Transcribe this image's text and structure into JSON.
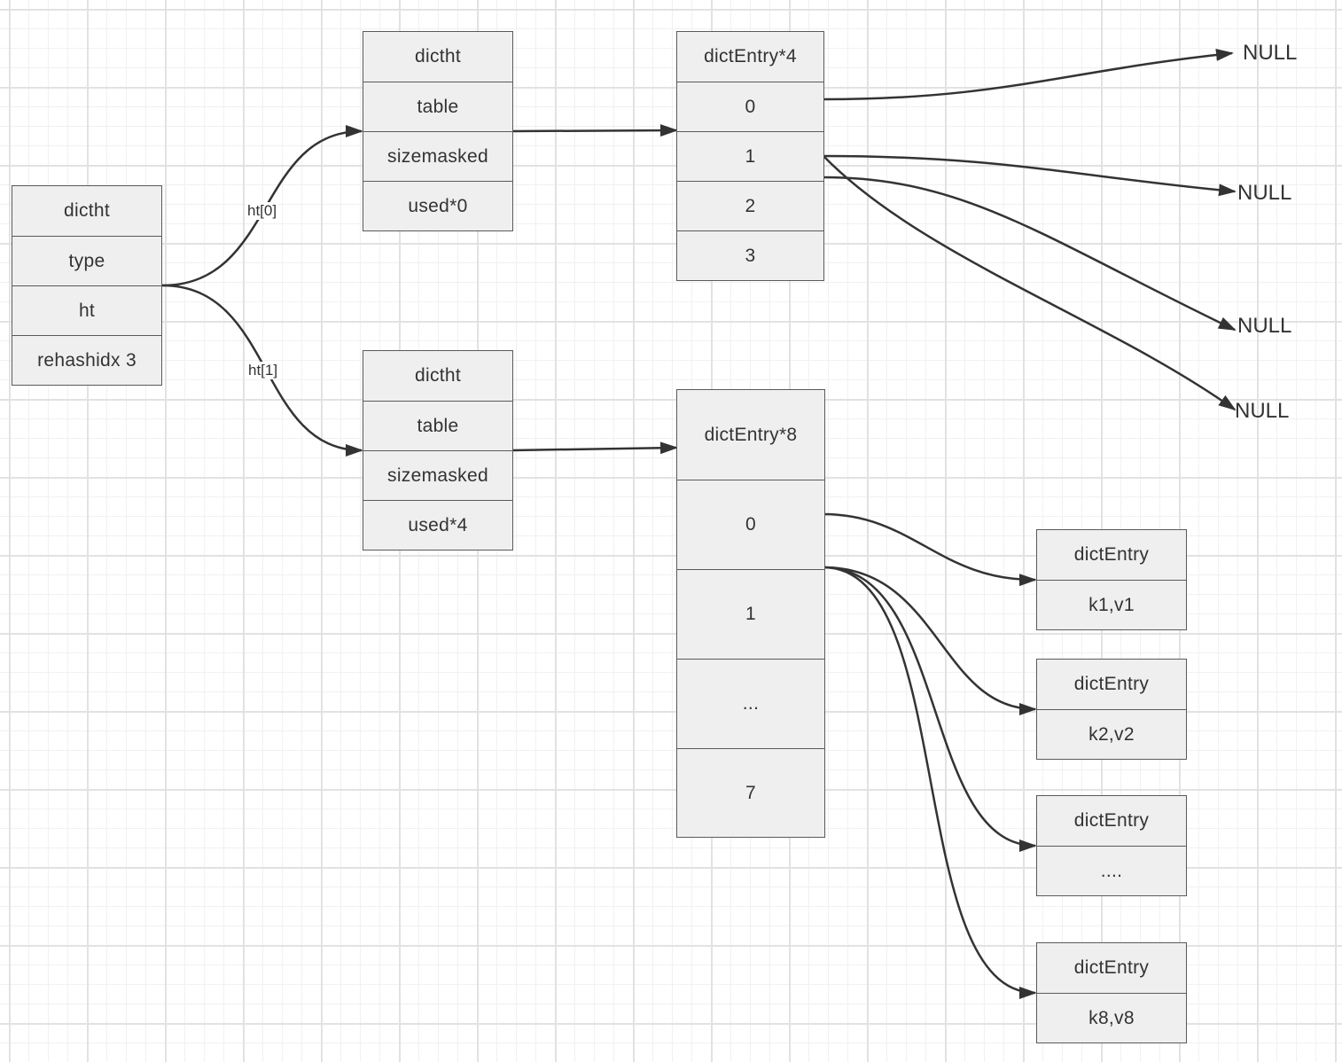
{
  "diagram": {
    "dict": {
      "cells": [
        "dictht",
        "type",
        "ht",
        "rehashidx 3"
      ]
    },
    "ht0": {
      "edge_label": "ht[0]",
      "table": {
        "cells": [
          "dictht",
          "table",
          "sizemasked",
          "used*0"
        ]
      },
      "entries": {
        "cells": [
          "dictEntry*4",
          "0",
          "1",
          "2",
          "3"
        ]
      },
      "null_labels": [
        "NULL",
        "NULL",
        "NULL",
        "NULL"
      ]
    },
    "ht1": {
      "edge_label": "ht[1]",
      "table": {
        "cells": [
          "dictht",
          "table",
          "sizemasked",
          "used*4"
        ]
      },
      "entries": {
        "cells": [
          "dictEntry*8",
          "0",
          "1",
          "...",
          "7"
        ]
      },
      "chain": [
        {
          "cells": [
            "dictEntry",
            "k1,v1"
          ]
        },
        {
          "cells": [
            "dictEntry",
            "k2,v2"
          ]
        },
        {
          "cells": [
            "dictEntry",
            "...."
          ]
        },
        {
          "cells": [
            "dictEntry",
            "k8,v8"
          ]
        }
      ]
    }
  },
  "colors": {
    "line": "#333333",
    "box_fill": "#efefef",
    "box_border": "#5a5a5a",
    "grid": "#e2e2e2"
  }
}
